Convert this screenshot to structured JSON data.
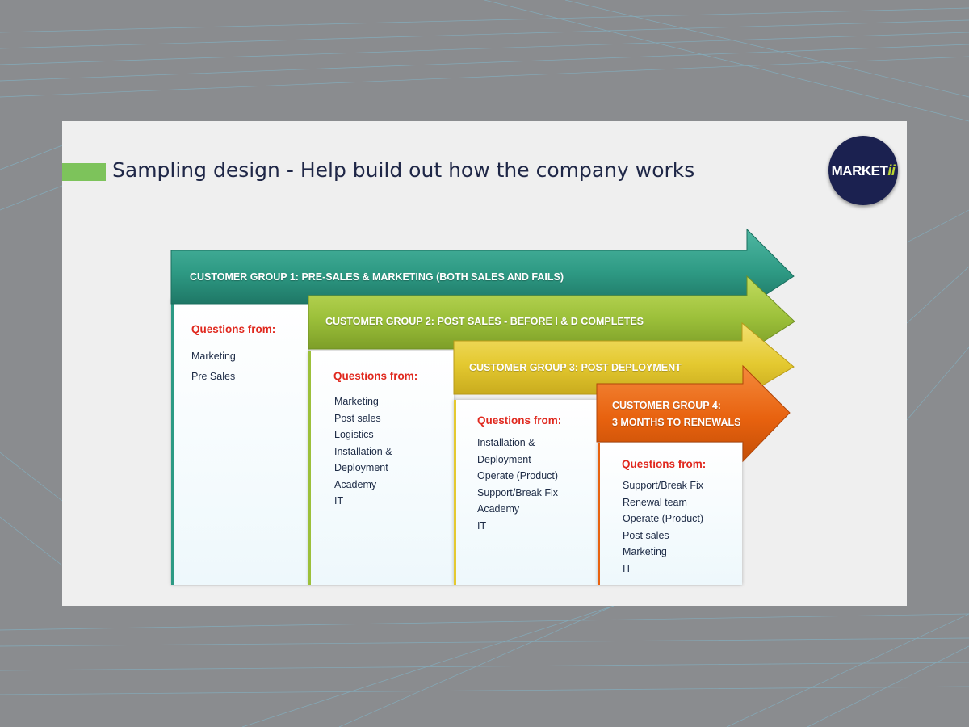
{
  "slide": {
    "title": "Sampling design - Help build out how the company works",
    "logo": {
      "main": "MARKET",
      "accent": "ii"
    }
  },
  "groups": [
    {
      "label": "CUSTOMER GROUP 1: PRE-SALES & MARKETING (BOTH SALES AND FAILS)",
      "questions_label": "Questions from:",
      "items": [
        "Marketing",
        "Pre Sales"
      ],
      "color": "#2c9a84"
    },
    {
      "label": "CUSTOMER GROUP 2: POST SALES - BEFORE I & D COMPLETES",
      "questions_label": "Questions from:",
      "items": [
        "Marketing",
        "Post sales",
        "Logistics",
        "Installation &",
        "Deployment",
        "Academy",
        "IT"
      ],
      "color": "#9cc03a"
    },
    {
      "label": "CUSTOMER GROUP 3: POST DEPLOYMENT",
      "questions_label": "Questions from:",
      "items": [
        "Installation &",
        "Deployment",
        "Operate (Product)",
        "Support/Break Fix",
        "Academy",
        "IT"
      ],
      "color": "#e4c930"
    },
    {
      "label_line1": "CUSTOMER GROUP 4:",
      "label_line2": "3 MONTHS TO RENEWALS",
      "questions_label": "Questions from:",
      "items": [
        "Support/Break Fix",
        "Renewal team",
        "Operate (Product)",
        "Post sales",
        "Marketing",
        "IT"
      ],
      "color": "#e8620f"
    }
  ]
}
